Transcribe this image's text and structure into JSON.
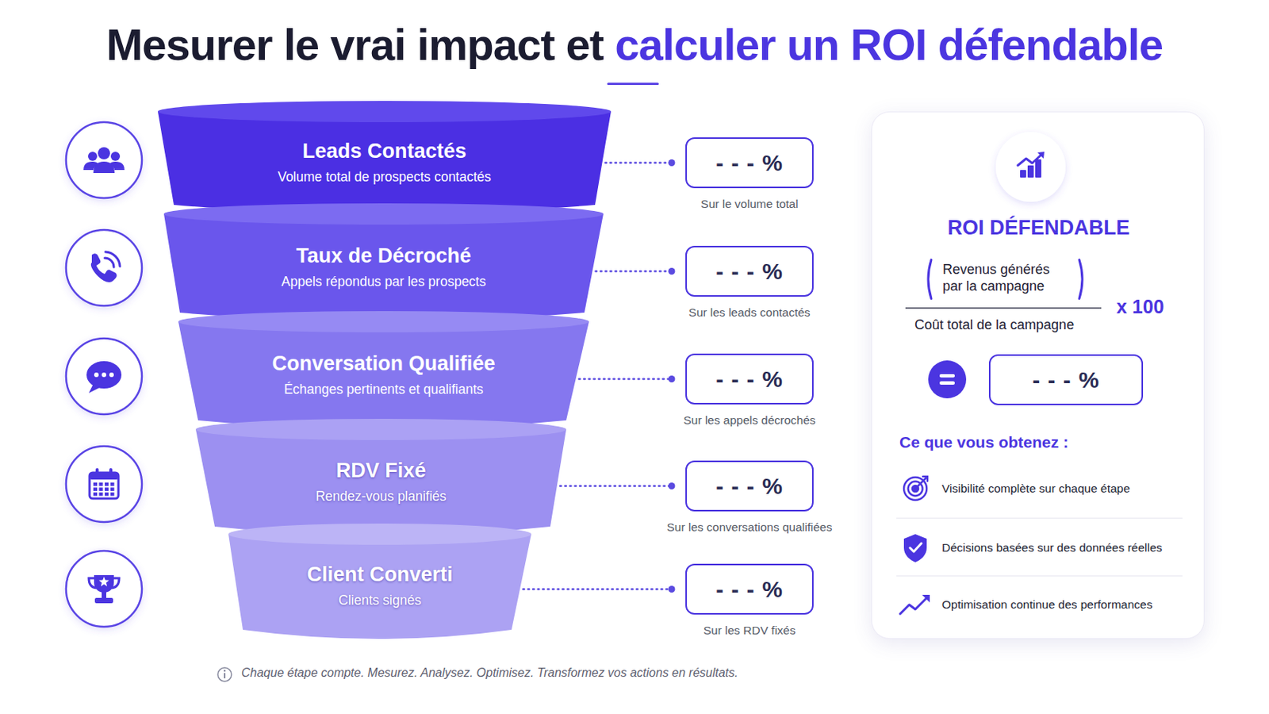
{
  "diagram": {
    "title": "Mesurer le vrai impact et calculer un ROI défendable",
    "caption": "Chaque étape compte. Mesurez. Analysez. Optimisez. Transformez vos actions en résultats.",
    "nodes": [
      {
        "text": [
          "Leads Contactés",
          "Volume total de prospects contactés"
        ]
      },
      {
        "text": [
          "Taux de Décroché",
          "Appels répondus par les prospects"
        ]
      },
      {
        "text": [
          "Conversation Qualifiée",
          "Échanges pertinents et qualifiants"
        ]
      },
      {
        "text": [
          "RDV Fixé",
          "Rendez-vous planifiés"
        ]
      },
      {
        "text": [
          "Client Converti",
          "Clients signés"
        ]
      },
      {
        "text": [
          "- - - %",
          "Sur le volume total"
        ]
      },
      {
        "text": [
          "- - - %",
          "Sur les leads contactés"
        ]
      },
      {
        "text": [
          "- - - %",
          "Sur les appels décrochés"
        ]
      },
      {
        "text": [
          "- - - %",
          "Sur les conversations qualifiées"
        ]
      },
      {
        "text": [
          "- - - %",
          "Sur les RDV fixés"
        ]
      },
      {
        "text": [
          "ROI DÉFENDABLE",
          "Revenus générés par la campagne",
          "Coût total de la campagne",
          "x 100",
          "Ce que vous obtenez :",
          "Visibilité complète sur chaque étape",
          "Décisions basées sur des données réelles",
          "Optimisation continue des performances"
        ]
      },
      {
        "text": [
          "- - - %"
        ],
        "in": 10
      }
    ],
    "edges": [
      {
        "from": 0,
        "to": 5,
        "arrow": "none"
      },
      {
        "from": 1,
        "to": 6,
        "arrow": "none"
      },
      {
        "from": 2,
        "to": 7,
        "arrow": "none"
      },
      {
        "from": 3,
        "to": 8,
        "arrow": "none"
      },
      {
        "from": 4,
        "to": 9,
        "arrow": "none"
      }
    ]
  }
}
